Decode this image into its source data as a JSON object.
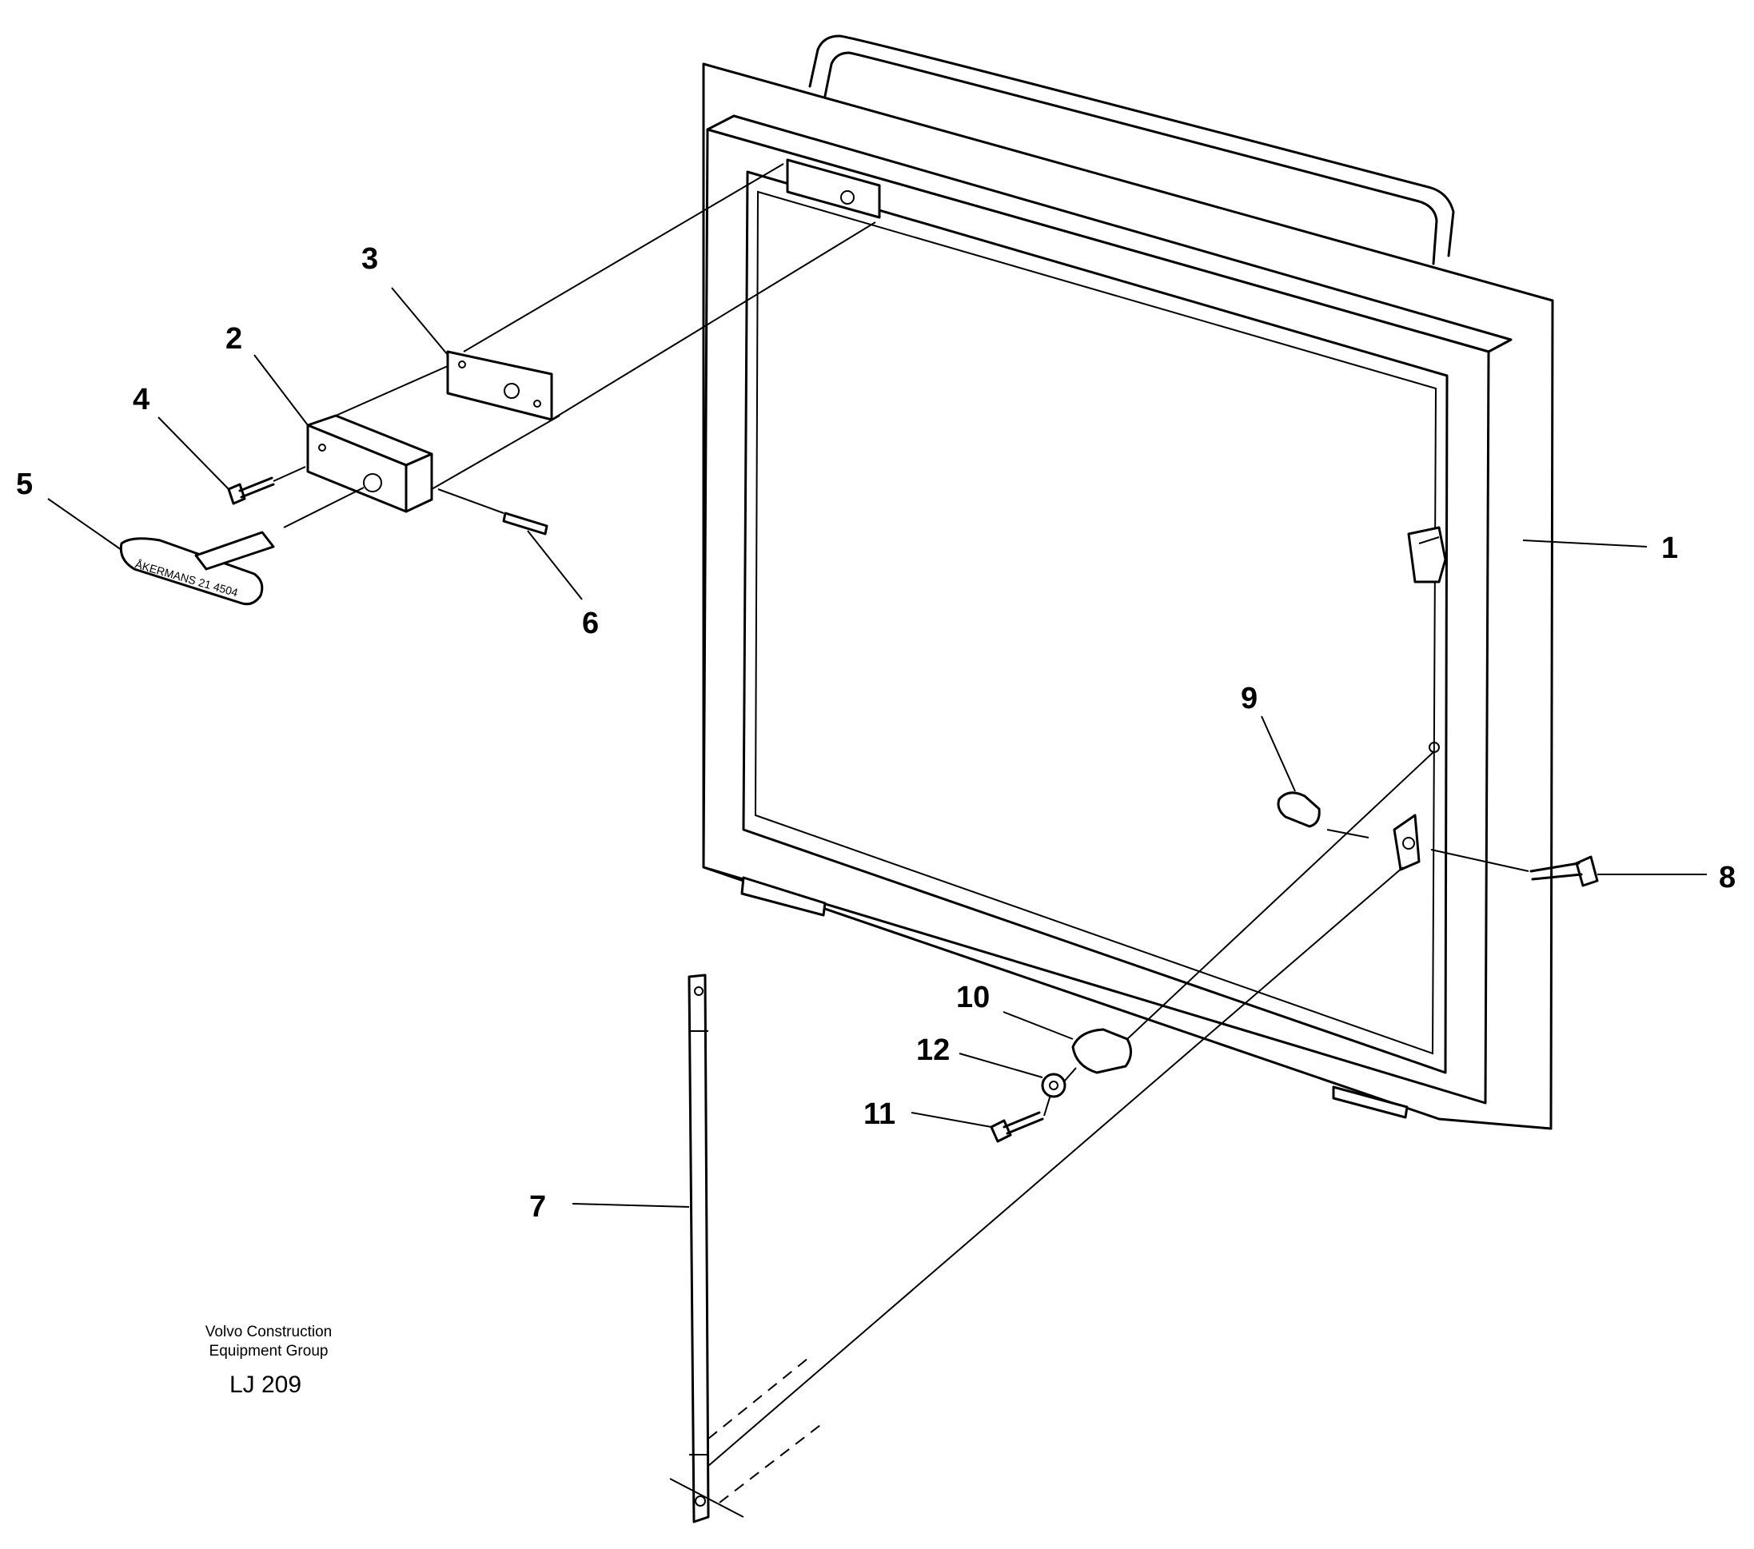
{
  "callouts": [
    "1",
    "2",
    "3",
    "4",
    "5",
    "6",
    "7",
    "8",
    "9",
    "10",
    "11",
    "12"
  ],
  "credit": {
    "line1": "Volvo Construction",
    "line2": "Equipment Group",
    "code": "LJ 209"
  }
}
